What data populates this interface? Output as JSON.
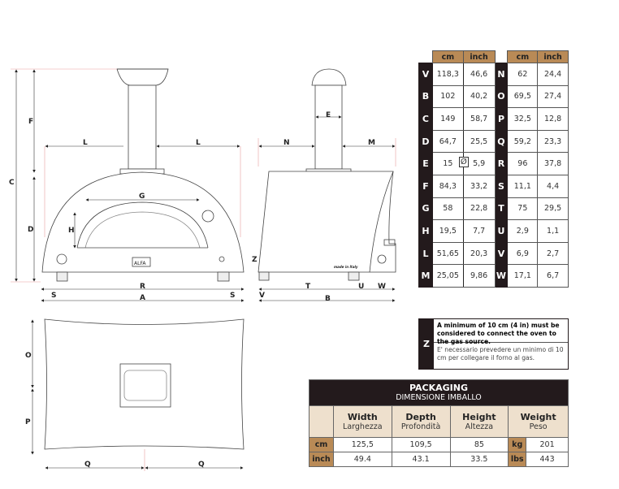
{
  "drawing": {
    "front_labels": {
      "F": "F",
      "C": "C",
      "D": "D",
      "L1": "L",
      "L2": "L",
      "G": "G",
      "H": "H",
      "R": "R",
      "A": "A",
      "S1": "S",
      "S2": "S",
      "logo": "ALFA"
    },
    "side_labels": {
      "E": "E",
      "N": "N",
      "M": "M",
      "Z": "Z",
      "T": "T",
      "U": "U",
      "W": "W",
      "V": "V",
      "B": "B",
      "made": "made in Italy"
    },
    "top_labels": {
      "O": "O",
      "P": "P",
      "Q1": "Q",
      "Q2": "Q"
    }
  },
  "dimensions": {
    "headers": [
      "cm",
      "inch",
      "cm",
      "inch"
    ],
    "rows": [
      {
        "l1": "V",
        "cm1": "118,3",
        "in1": "46,6",
        "l2": "N",
        "cm2": "62",
        "in2": "24,4"
      },
      {
        "l1": "B",
        "cm1": "102",
        "in1": "40,2",
        "l2": "O",
        "cm2": "69,5",
        "in2": "27,4"
      },
      {
        "l1": "C",
        "cm1": "149",
        "in1": "58,7",
        "l2": "P",
        "cm2": "32,5",
        "in2": "12,8"
      },
      {
        "l1": "D",
        "cm1": "64,7",
        "in1": "25,5",
        "l2": "Q",
        "cm2": "59,2",
        "in2": "23,3"
      },
      {
        "l1": "E",
        "cm1": "15",
        "in1": "5,9",
        "l2": "R",
        "cm2": "96",
        "in2": "37,8"
      },
      {
        "l1": "F",
        "cm1": "84,3",
        "in1": "33,2",
        "l2": "S",
        "cm2": "11,1",
        "in2": "4,4"
      },
      {
        "l1": "G",
        "cm1": "58",
        "in1": "22,8",
        "l2": "T",
        "cm2": "75",
        "in2": "29,5"
      },
      {
        "l1": "H",
        "cm1": "19,5",
        "in1": "7,7",
        "l2": "U",
        "cm2": "2,9",
        "in2": "1,1"
      },
      {
        "l1": "L",
        "cm1": "51,65",
        "in1": "20,3",
        "l2": "V",
        "cm2": "6,9",
        "in2": "2,7"
      },
      {
        "l1": "M",
        "cm1": "25,05",
        "in1": "9,86",
        "l2": "W",
        "cm2": "17,1",
        "in2": "6,7"
      }
    ],
    "diameter_symbol": "Ø"
  },
  "z_note": {
    "letter": "Z",
    "english": "A minimum of 10 cm (4 in) must be considered to connect the oven to the gas source.",
    "italian": "E' necessario prevedere un minimo di 10 cm per collegare il forno al gas."
  },
  "packaging": {
    "title": "PACKAGING",
    "subtitle": "DIMENSIONE IMBALLO",
    "columns": [
      {
        "en": "Width",
        "it": "Larghezza"
      },
      {
        "en": "Depth",
        "it": "Profondità"
      },
      {
        "en": "Height",
        "it": "Altezza"
      },
      {
        "en": "Weight",
        "it": "Peso"
      }
    ],
    "rows": [
      {
        "unit": "cm",
        "width": "125,5",
        "depth": "109,5",
        "height": "85",
        "wunit": "kg",
        "weight": "201"
      },
      {
        "unit": "inch",
        "width": "49.4",
        "depth": "43.1",
        "height": "33.5",
        "wunit": "lbs",
        "weight": "443"
      }
    ]
  }
}
